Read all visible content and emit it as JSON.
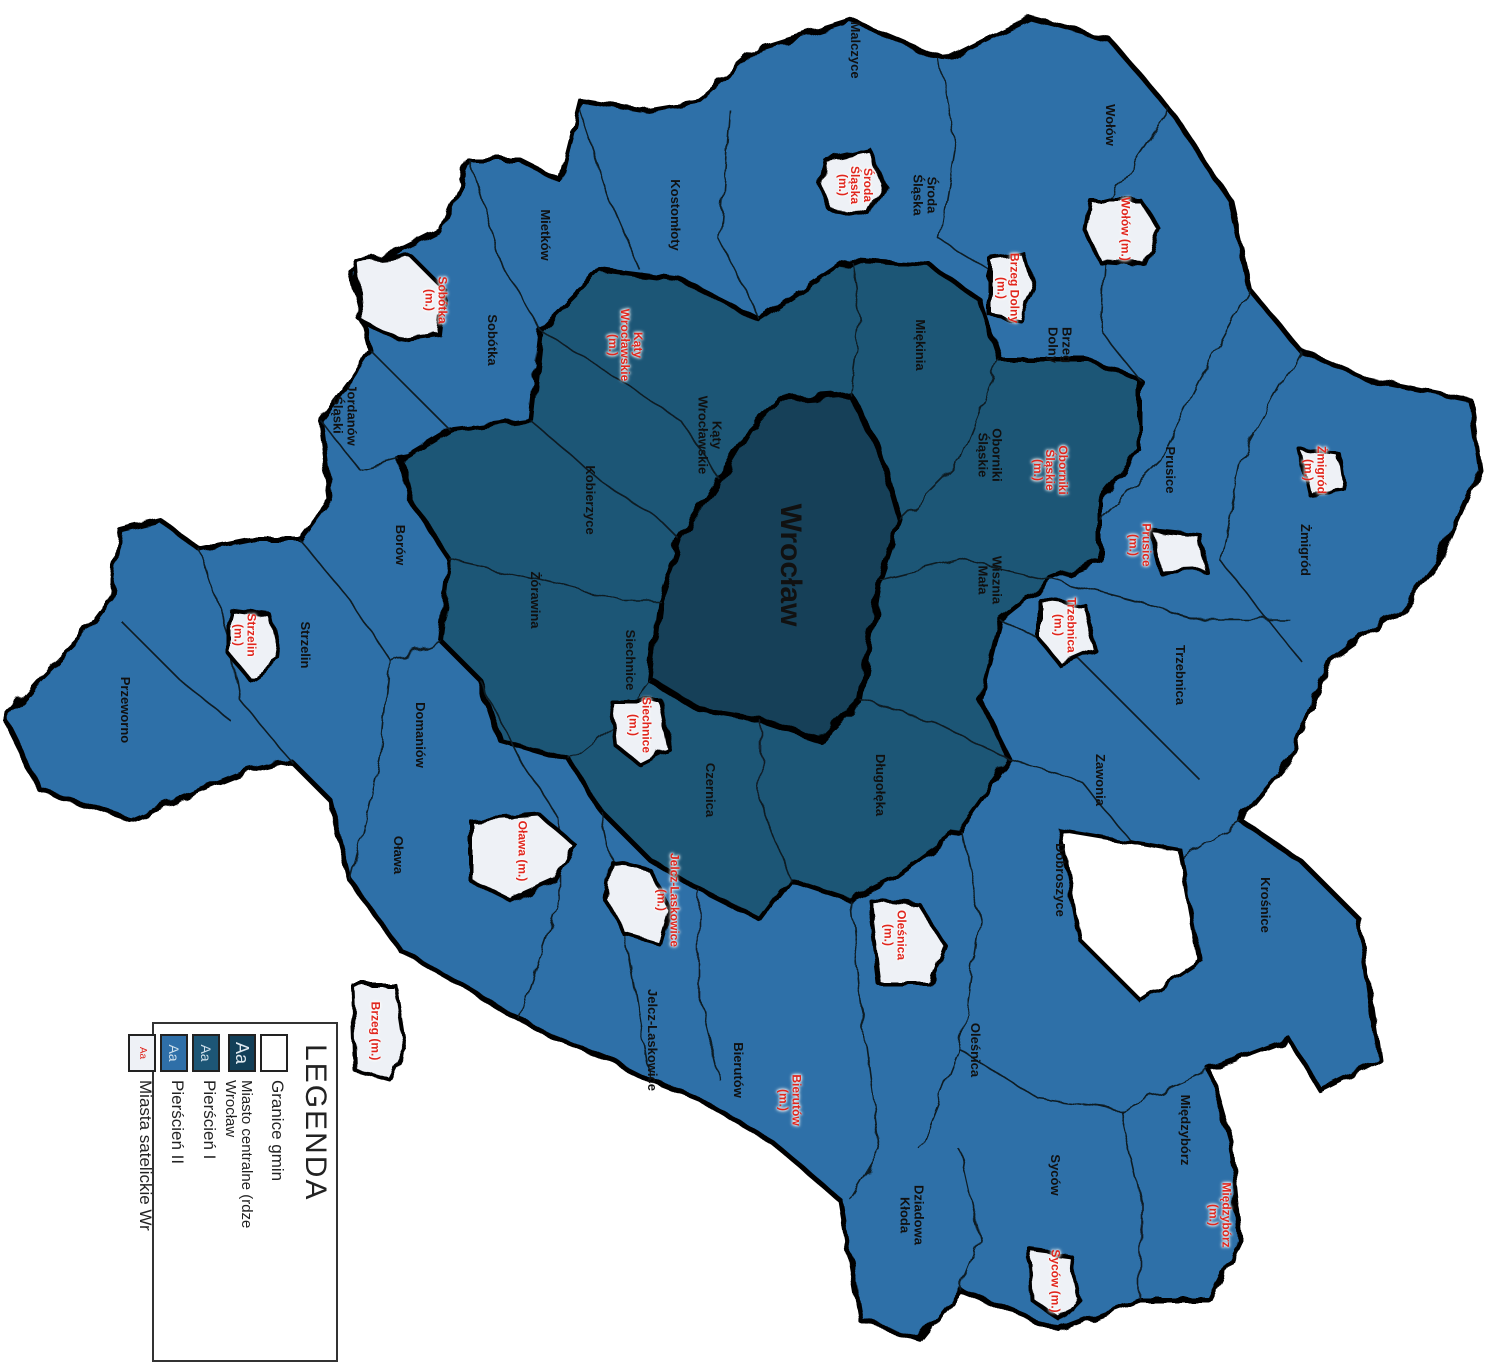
{
  "colors": {
    "ring2": "#2f6fa8",
    "ring1": "#1d5676",
    "core": "#123f58",
    "town": "#eef1f6",
    "border_thin": "#0c1a24",
    "border_thick": "#050505",
    "town_label": "#e0261d"
  },
  "legend": {
    "title": "LEGENDA",
    "items": [
      {
        "swatch": "",
        "text": "Granice gmin"
      },
      {
        "swatch": "Aa",
        "text": "Miasto centralne (rdze\nWrocław"
      },
      {
        "swatch": "Aa",
        "text": "Pierścień I"
      },
      {
        "swatch": "Aa",
        "text": "Pierścień II"
      },
      {
        "swatch": "Aa",
        "text": "Miasta satelickie Wr"
      }
    ]
  },
  "labels": {
    "wroclaw": "Wrocław",
    "malczyce": "Malczyce",
    "wolow": "Wołów",
    "wolow_m": "Wołów (m.)",
    "sroda": "Środa\nŚląska",
    "sroda_m": "Środa\nŚląska\n(m.)",
    "kostomloty": "Kostomłoty",
    "mietkow": "Mietków",
    "sobotka": "Sobótka",
    "sobotka_m": "Sobótka\n(m.)",
    "jordanow": "Jordanów\nŚląski",
    "katy": "Kąty\nWrocławskie",
    "katy_m": "Kąty\nWrocławskie\n(m.)",
    "brzeg_dolny": "Brzeg\nDolny",
    "brzeg_dolny_m": "Brzeg Dolny\n(m.)",
    "miekinia": "Miękinia",
    "oborniki": "Oborniki\nŚląskie",
    "oborniki_m": "Oborniki\nŚląskie\n(m.)",
    "prusice": "Prusice",
    "prusice_m": "Prusice\n(m.)",
    "zmigrod": "Żmigród",
    "zmigrod_m": "Żmigród\n(m.)",
    "kobierzyce": "Kobierzyce",
    "borow": "Borów",
    "zorawina": "Żórawina",
    "strzelin": "Strzelin",
    "strzelin_m": "Strzelin\n(m.)",
    "przeworno": "Przeworno",
    "wisznia": "Wisznia\nMała",
    "trzebnica_m": "Trzebnica\n(m.)",
    "trzebnica": "Trzebnica",
    "siechnice": "Siechnice",
    "siechnice_m": "Siechnice\n(m.)",
    "domaniow": "Domaniów",
    "czernica": "Czernica",
    "dlugoleka": "Długołęka",
    "zawonia": "Zawonia",
    "olawa": "Oława",
    "olawa_m": "Oława (m.)",
    "jelcz_m": "Jelcz-Laskowice\n(m.)",
    "jelcz": "Jelcz-Laskowice",
    "dobroszyce": "Dobroszyce",
    "krosnice": "Krośnice",
    "olesnica_m": "Oleśnica\n(m.)",
    "olesnica": "Oleśnica",
    "brzeg_m": "Brzeg (m.)",
    "bierutow": "Bierutów",
    "bierutow_m": "Bierutów\n(m.)",
    "miedzybor": "Międzybórz",
    "miedzybor_m": "Międzybórz\n(m.)",
    "sycow": "Syców",
    "sycow_m": "Syców (m.)",
    "dziadowa": "Dziadowa\nKłoda"
  }
}
